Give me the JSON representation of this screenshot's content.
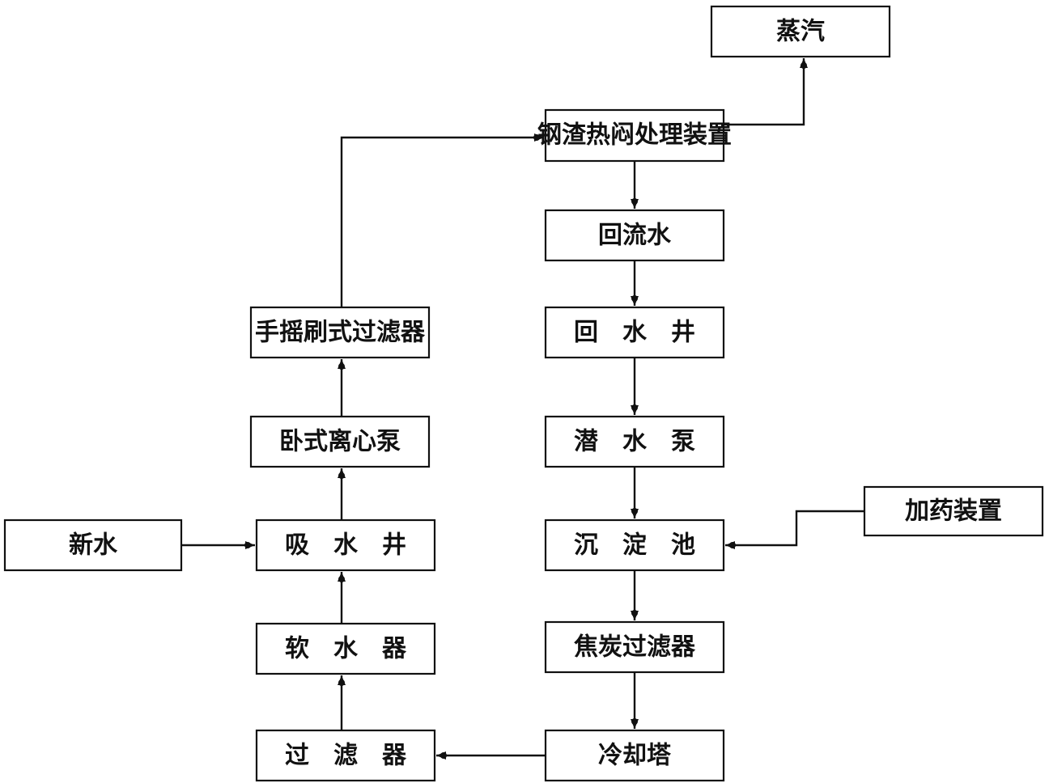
{
  "nodes": [
    {
      "id": "steam",
      "label": "蒸汽"
    },
    {
      "id": "slag-device",
      "label": "钢渣热闷处理装置"
    },
    {
      "id": "return-flow",
      "label": "回流水"
    },
    {
      "id": "return-well",
      "label": "回　水　井"
    },
    {
      "id": "submersible-pump",
      "label": "潜　水　泵"
    },
    {
      "id": "sedimentation-tank",
      "label": "沉　淀　池"
    },
    {
      "id": "dosing-device",
      "label": "加药装置"
    },
    {
      "id": "coke-filter",
      "label": "焦炭过滤器"
    },
    {
      "id": "cooling-tower",
      "label": "冷却塔"
    },
    {
      "id": "filter",
      "label": "过　滤　器"
    },
    {
      "id": "softener",
      "label": "软　水　器"
    },
    {
      "id": "suction-well",
      "label": "吸　水　井"
    },
    {
      "id": "fresh-water",
      "label": "新水"
    },
    {
      "id": "centrifugal-pump",
      "label": "卧式离心泵"
    },
    {
      "id": "brush-filter",
      "label": "手摇刷式过滤器"
    }
  ],
  "edges": [
    {
      "from": "slag-device",
      "to": "steam"
    },
    {
      "from": "slag-device",
      "to": "return-flow"
    },
    {
      "from": "return-flow",
      "to": "return-well"
    },
    {
      "from": "return-well",
      "to": "submersible-pump"
    },
    {
      "from": "submersible-pump",
      "to": "sedimentation-tank"
    },
    {
      "from": "dosing-device",
      "to": "sedimentation-tank"
    },
    {
      "from": "sedimentation-tank",
      "to": "coke-filter"
    },
    {
      "from": "coke-filter",
      "to": "cooling-tower"
    },
    {
      "from": "cooling-tower",
      "to": "filter"
    },
    {
      "from": "filter",
      "to": "softener"
    },
    {
      "from": "softener",
      "to": "suction-well"
    },
    {
      "from": "fresh-water",
      "to": "suction-well"
    },
    {
      "from": "suction-well",
      "to": "centrifugal-pump"
    },
    {
      "from": "centrifugal-pump",
      "to": "brush-filter"
    },
    {
      "from": "brush-filter",
      "to": "slag-device"
    }
  ]
}
